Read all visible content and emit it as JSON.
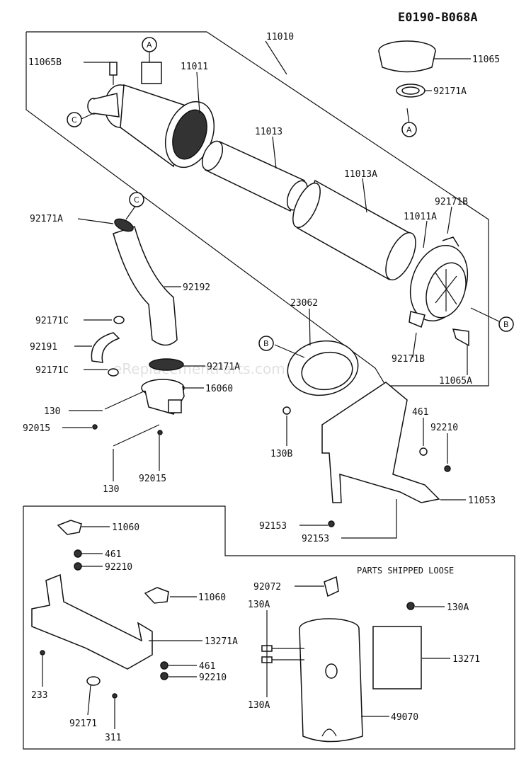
{
  "diagram_id": "E0190-B068A",
  "watermark": "eReplacementParts.com",
  "section_note": "PARTS SHIPPED LOOSE",
  "callouts": {
    "A": "A",
    "B": "B",
    "C": "C"
  },
  "labels": {
    "p11010": "11010",
    "p11065B": "11065B",
    "p11011": "11011",
    "p11065": "11065",
    "p92171A_top": "92171A",
    "p11013": "11013",
    "p11013A": "11013A",
    "p92171B_top": "92171B",
    "p11011A": "11011A",
    "p92171A_left": "92171A",
    "p92192": "92192",
    "p23062": "23062",
    "p92171C_a": "92171C",
    "p92191": "92191",
    "p92171B_bot": "92171B",
    "p11065A": "11065A",
    "p92171A_mid": "92171A",
    "p92171C_b": "92171C",
    "p16060": "16060",
    "p461_r": "461",
    "p130_a": "130",
    "p92210_r": "92210",
    "p92015_a": "92015",
    "p130B": "130B",
    "p130_b": "130",
    "p92015_b": "92015",
    "p11053": "11053",
    "p92153_a": "92153",
    "p92153_b": "92153",
    "p11060_a": "11060",
    "p461_a": "461",
    "p92210_a": "92210",
    "p92072": "92072",
    "p11060_b": "11060",
    "p130A_a": "130A",
    "p130A_r": "130A",
    "p13271A": "13271A",
    "p461_b": "461",
    "p92210_b": "92210",
    "p13271": "13271",
    "p233": "233",
    "p130A_b": "130A",
    "p92171": "92171",
    "p311": "311",
    "p49070": "49070"
  }
}
